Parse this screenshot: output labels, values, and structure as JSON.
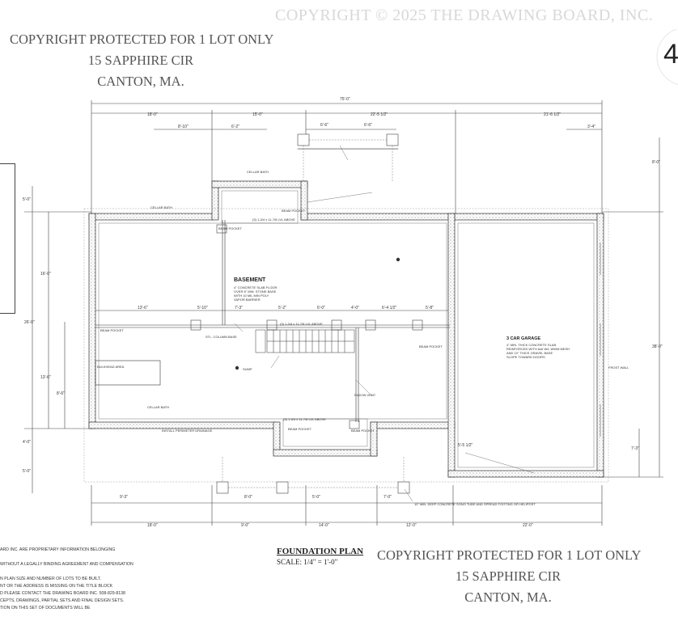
{
  "watermark": "COPYRIGHT © 2025 THE DRAWING BOARD, INC.",
  "copyright_top": {
    "line1": "COPYRIGHT PROTECTED FOR 1 LOT ONLY",
    "line2": "15 SAPPHIRE CIR",
    "line3": "CANTON, MA."
  },
  "copyright_bottom": {
    "line1": "COPYRIGHT PROTECTED FOR 1 LOT ONLY",
    "line2": "15 SAPPHIRE CIR",
    "line3": "CANTON, MA."
  },
  "plan": {
    "title": "FOUNDATION PLAN",
    "scale": "SCALE: 1/4\" = 1'-0\"",
    "rooms": {
      "basement": "BASEMENT",
      "basement_note1": "4\" CONCRETE SLAB FLOOR",
      "basement_note2": "OVER 6\" MIN. STONE BASE",
      "basement_note3": "WITH 10 MIL MIN POLY",
      "basement_note4": "VAPOR BARRIER",
      "garage": "3 CAR GARAGE",
      "garage_note1": "4\" MIN. THICK CONCRETE SLAB",
      "garage_note2": "REINFORCED WITH 6x6 W/L WWM MESH",
      "garage_note3": "AND 10\" THICK GRAVEL BASE",
      "garage_note4": "SLOPE TOWARD DOORS"
    },
    "labels": {
      "cellar_bath_top": "CELLAR BATH",
      "cellar_bath_left": "CELLAR BATH",
      "cellar_bath_bottom": "CELLAR BATH",
      "beam_pocket_1": "BEAM POCKET",
      "beam_pocket_2": "BEAM POCKET",
      "beam_pocket_3": "BEAM POCKET",
      "beam_pocket_4": "BEAM POCKET",
      "beam_pocket_5": "BEAM POCKET",
      "beam_pocket_6": "BEAM POCKET",
      "bulkhead": "BULKHEAD AREA",
      "sump": "SUMP",
      "steel_col": "STL. COLUMN BASE",
      "footing_note": "10\" MIN. DEEP CONCRETE SONO TUBE AND SPREAD FOOTING OR HELIPOST",
      "perimeter": "INSTALL PERIMETER DRAINAGE",
      "radon": "RADON VENT",
      "frost_wall": "FROST WALL",
      "beam_line_top": "(3) 1-3/4 x 11-7/8 LVL ABOVE",
      "beam_line_mid": "(3) 1-3/4 x 11-7/8 LVL ABOVE",
      "beam_line_bottom": "(3) 1-3/4 x 11-7/8 LVL ABOVE"
    },
    "dims": {
      "overall": "75'-0\"",
      "top1": "18'-0\"",
      "top2": "15'-0\"",
      "top3": "22'-5 1/2\"",
      "top4": "21'-6 1/2\"",
      "sub1": "8'-10\"",
      "sub2": "6'-2\"",
      "sub3": "6'-6\"",
      "sub4": "6'-6\"",
      "sub5": "3'-4\"",
      "mid1": "13'-6\"",
      "mid2": "5'-10\"",
      "mid3": "7'-3\"",
      "mid4": "5'-2\"",
      "mid5": "6'-0\"",
      "mid6": "4'-0\"",
      "mid7": "6'-4 1/2\"",
      "mid8": "5'-8\"",
      "bot1": "18'-0\"",
      "bot2": "9'-0\"",
      "bot3": "14'-0\"",
      "bot4": "12'-0\"",
      "bot5": "22'-0\"",
      "bot6": "9'-3\"",
      "bot7": "8'-0\"",
      "bot8": "5'-0\"",
      "bot9": "7'-0\"",
      "left1": "5'-0\"",
      "left2": "16'-0\"",
      "left3": "26'-0\"",
      "left4": "13'-6\"",
      "left5": "8'-6\"",
      "left6": "5'-0\"",
      "left7": "4'-0\"",
      "right1": "8'-0\"",
      "right2": "38'-0\"",
      "right3": "7'-3\"",
      "right4": "5'-5 1/2\""
    }
  },
  "notes": [
    "ARD INC. ARE PROPRIETARY INFORMATION BELONGING",
    "",
    "WITHOUT A LEGALLY BINDING AGREEMENT AND COMPENSATION",
    "",
    "N PLAN SIZE AND NUMBER OF LOTS TO BE BUILT.",
    "NT OR THE ADDRESS IS MISSING ON THE TITLE BLOCK",
    "D PLEASE CONTACT THE DRAWING BOARD INC. 508-829-8138",
    "CEPTS, DRAWINGS, PARTIAL SETS AND FINAL DESIGN SETS.",
    "TION ON THIS SET OF DOCUMENTS WILL BE"
  ],
  "page_number": "4"
}
